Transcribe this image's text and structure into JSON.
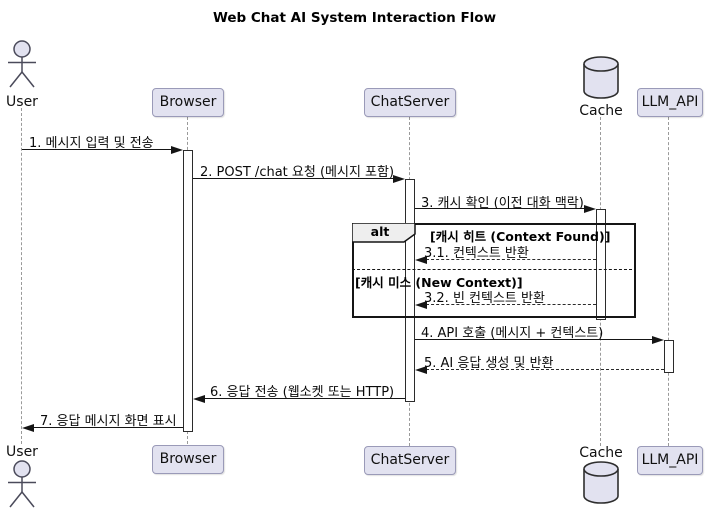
{
  "diagram": {
    "title": "Web Chat AI System Interaction Flow",
    "type": "sequence-diagram"
  },
  "participants": [
    {
      "name": "User",
      "kind": "actor"
    },
    {
      "name": "Browser",
      "kind": "participant"
    },
    {
      "name": "ChatServer",
      "kind": "participant"
    },
    {
      "name": "Cache",
      "kind": "database"
    },
    {
      "name": "LLM_API",
      "kind": "participant"
    }
  ],
  "messages": [
    {
      "label": "1. 메시지 입력 및 전송",
      "from": "User",
      "to": "Browser",
      "line": "solid"
    },
    {
      "label": "2. POST /chat 요청 (메시지 포함)",
      "from": "Browser",
      "to": "ChatServer",
      "line": "solid"
    },
    {
      "label": "3. 캐시 확인 (이전 대화 맥락)",
      "from": "ChatServer",
      "to": "Cache",
      "line": "solid"
    },
    {
      "label": "3.1. 컨텍스트 반환",
      "from": "Cache",
      "to": "ChatServer",
      "line": "dashed"
    },
    {
      "label": "3.2. 빈 컨텍스트 반환",
      "from": "Cache",
      "to": "ChatServer",
      "line": "dashed"
    },
    {
      "label": "4. API 호출 (메시지 + 컨텍스트)",
      "from": "ChatServer",
      "to": "LLM_API",
      "line": "solid"
    },
    {
      "label": "5. AI 응답 생성 및 반환",
      "from": "LLM_API",
      "to": "ChatServer",
      "line": "dashed"
    },
    {
      "label": "6. 응답 전송 (웹소켓 또는 HTTP)",
      "from": "ChatServer",
      "to": "Browser",
      "line": "solid"
    },
    {
      "label": "7. 응답 메시지 화면 표시",
      "from": "Browser",
      "to": "User",
      "line": "solid"
    }
  ],
  "alt_fragment": {
    "operator": "alt",
    "guard_hit": "[캐시 히트 (Context Found)]",
    "guard_miss": "[캐시 미스 (New Context)]"
  },
  "colors": {
    "background": "#FFFFFF",
    "participant_fill": "#E2E2F0",
    "participant_border": "#9A9AB8",
    "message_line": "#151515",
    "lifeline": "#9A9A9A",
    "fragment_border": "#151515",
    "fragment_label_fill": "#EEEEEE",
    "text": "#111111"
  }
}
